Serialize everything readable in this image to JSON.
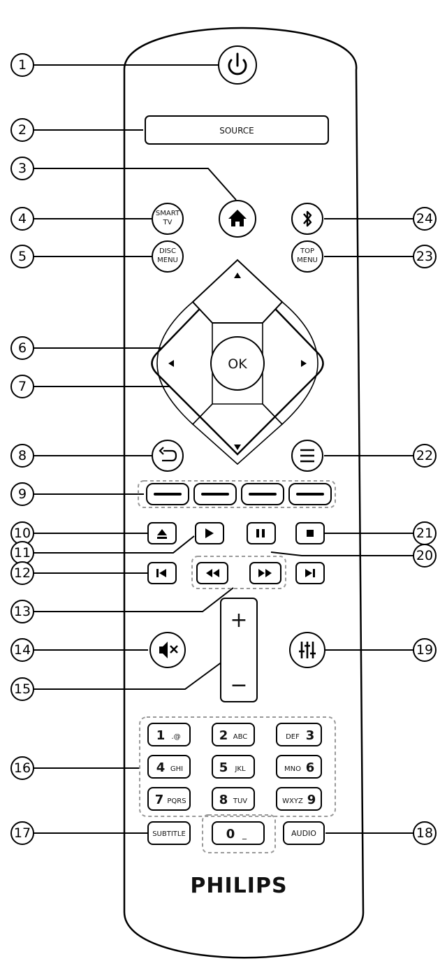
{
  "brand": "PHILIPS",
  "buttons": {
    "source": "SOURCE",
    "smart_tv": [
      "SMART",
      "TV"
    ],
    "disc_menu": [
      "DISC",
      "MENU"
    ],
    "top_menu": [
      "TOP",
      "MENU"
    ],
    "ok": "OK",
    "subtitle": "SUBTITLE",
    "audio": "AUDIO",
    "vol_plus": "+",
    "vol_minus": "−"
  },
  "keypad": [
    {
      "num": "1",
      "letters": ".@"
    },
    {
      "num": "2",
      "letters": "ABC"
    },
    {
      "num": "3",
      "letters": "DEF"
    },
    {
      "num": "4",
      "letters": "GHI"
    },
    {
      "num": "5",
      "letters": "JKL"
    },
    {
      "num": "6",
      "letters": "MNO"
    },
    {
      "num": "7",
      "letters": "PQRS"
    },
    {
      "num": "8",
      "letters": "TUV"
    },
    {
      "num": "9",
      "letters": "WXYZ"
    },
    {
      "num": "0",
      "letters": "_"
    }
  ],
  "callouts": [
    "1",
    "2",
    "3",
    "4",
    "5",
    "6",
    "7",
    "8",
    "9",
    "10",
    "11",
    "12",
    "13",
    "14",
    "15",
    "16",
    "17",
    "18",
    "19",
    "20",
    "21",
    "22",
    "23",
    "24"
  ],
  "icons": {
    "power": "power-icon",
    "home": "home-icon",
    "bluetooth": "bluetooth-icon",
    "up": "arrow-up-icon",
    "down": "arrow-down-icon",
    "left": "arrow-left-icon",
    "right": "arrow-right-icon",
    "back": "back-icon",
    "options": "options-icon",
    "eject": "eject-icon",
    "play": "play-icon",
    "pause": "pause-icon",
    "stop": "stop-icon",
    "prev": "previous-icon",
    "rewind": "rewind-icon",
    "forward": "fast-forward-icon",
    "next": "next-icon",
    "mute": "mute-icon",
    "sound": "sound-settings-icon"
  },
  "colors": {
    "line": "#000000",
    "dashed_group": "#999999",
    "body": "#ffffff"
  }
}
